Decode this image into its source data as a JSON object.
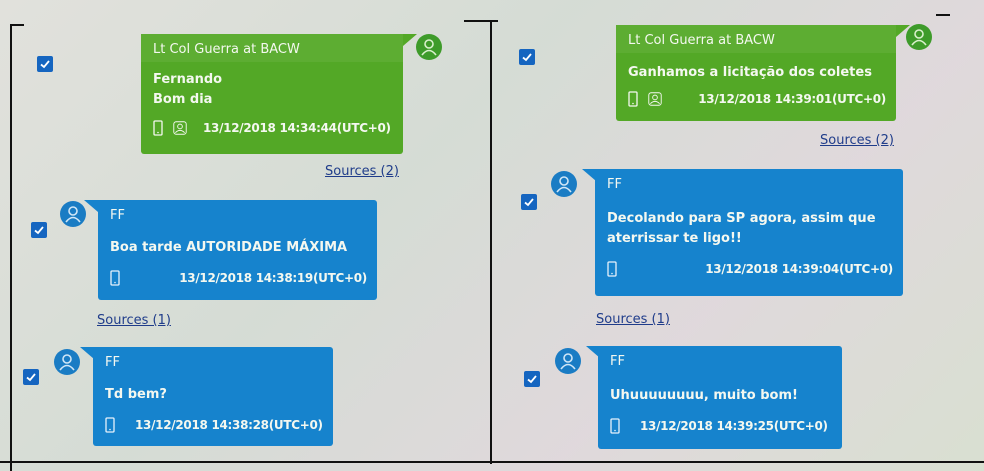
{
  "colors": {
    "incoming_bubble": "#53a826",
    "outgoing_bubble": "#1683cd",
    "checkbox": "#1565c0",
    "link": "#1f3c8a"
  },
  "left_column": {
    "messages": [
      {
        "sender": "Lt Col Guerra at BACW",
        "body_lines": [
          "Fernando",
          "Bom dia"
        ],
        "timestamp": "13/12/2018 14:34:44(UTC+0)",
        "icons": [
          "phone-icon",
          "group-icon"
        ],
        "sources": "Sources (2)",
        "checked": true
      },
      {
        "sender": "FF",
        "body_lines": [
          "Boa tarde AUTORIDADE MÁXIMA"
        ],
        "timestamp": "13/12/2018 14:38:19(UTC+0)",
        "icons": [
          "phone-icon"
        ],
        "sources": "Sources (1)",
        "checked": true
      },
      {
        "sender": "FF",
        "body_lines": [
          "Td bem?"
        ],
        "timestamp": "13/12/2018 14:38:28(UTC+0)",
        "icons": [
          "phone-icon"
        ],
        "checked": true
      }
    ]
  },
  "right_column": {
    "messages": [
      {
        "sender": "Lt Col Guerra at BACW",
        "body_lines": [
          "Ganhamos a licitação dos coletes"
        ],
        "timestamp": "13/12/2018 14:39:01(UTC+0)",
        "icons": [
          "phone-icon",
          "group-icon"
        ],
        "sources": "Sources (2)",
        "checked": true
      },
      {
        "sender": "FF",
        "body_lines": [
          "Decolando para SP agora, assim que",
          "aterrissar te ligo!!"
        ],
        "timestamp": "13/12/2018 14:39:04(UTC+0)",
        "icons": [
          "phone-icon"
        ],
        "sources": "Sources (1)",
        "checked": true
      },
      {
        "sender": "FF",
        "body_lines": [
          "Uhuuuuuuuu, muito bom!"
        ],
        "timestamp": "13/12/2018 14:39:25(UTC+0)",
        "icons": [
          "phone-icon"
        ],
        "checked": true
      }
    ]
  }
}
